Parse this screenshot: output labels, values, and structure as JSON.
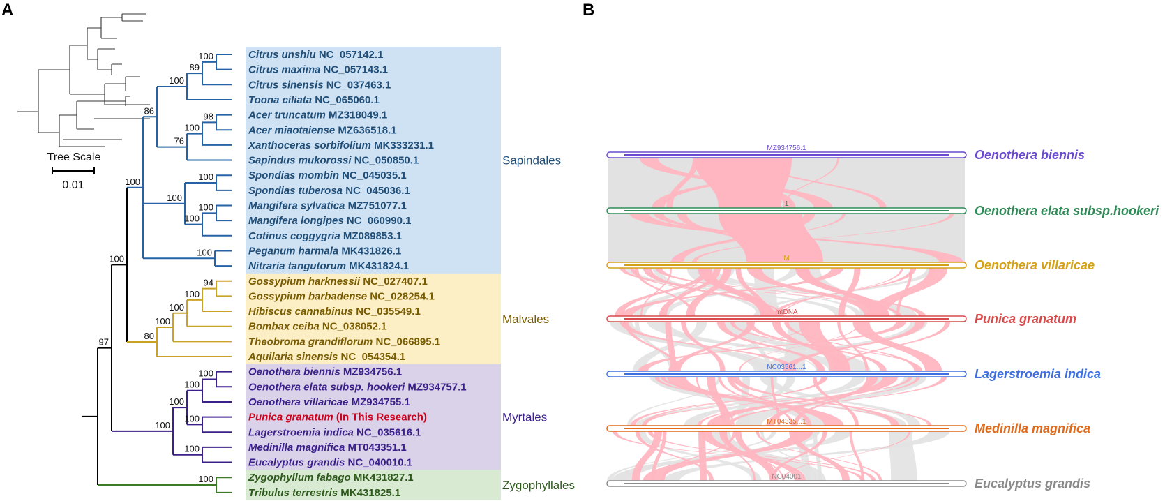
{
  "panels": {
    "a": "A",
    "b": "B"
  },
  "colors": {
    "sapindales_bg": "#cfe2f3",
    "sapindales_fg": "#1f4e79",
    "sapindales_branch": "#2563a6",
    "malvales_bg": "#fcefc6",
    "malvales_fg": "#7a5c00",
    "malvales_branch": "#c9a227",
    "myrtales_bg": "#d9d2e9",
    "myrtales_fg": "#3b1f8a",
    "myrtales_branch": "#3b1f8a",
    "zygophyllales_bg": "#d9ead3",
    "zygophyllales_fg": "#2d5a1b",
    "zygophyllales_branch": "#3d7a28",
    "highlight": "#d0021b",
    "ribbon_inter": "#ffb6c1",
    "ribbon_intra": "#e2e2e2"
  },
  "tree_scale": {
    "label": "Tree Scale",
    "value": "0.01"
  },
  "orders": [
    {
      "name": "Sapindales",
      "key": "sapindales"
    },
    {
      "name": "Malvales",
      "key": "malvales"
    },
    {
      "name": "Myrtales",
      "key": "myrtales"
    },
    {
      "name": "Zygophyllales",
      "key": "zygophyllales"
    }
  ],
  "leaves": [
    {
      "species": "Citrus unshiu",
      "accession": "NC_057142.1",
      "order": "sapindales"
    },
    {
      "species": "Citrus maxima",
      "accession": "NC_057143.1",
      "order": "sapindales"
    },
    {
      "species": "Citrus sinensis",
      "accession": "NC_037463.1",
      "order": "sapindales"
    },
    {
      "species": "Toona ciliata",
      "accession": "NC_065060.1",
      "order": "sapindales"
    },
    {
      "species": "Acer truncatum",
      "accession": "MZ318049.1",
      "order": "sapindales"
    },
    {
      "species": "Acer miaotaiense",
      "accession": "MZ636518.1",
      "order": "sapindales"
    },
    {
      "species": "Xanthoceras sorbifolium",
      "accession": "MK333231.1",
      "order": "sapindales"
    },
    {
      "species": "Sapindus mukorossi",
      "accession": "NC_050850.1",
      "order": "sapindales"
    },
    {
      "species": "Spondias mombin",
      "accession": "NC_045035.1",
      "order": "sapindales"
    },
    {
      "species": "Spondias tuberosa",
      "accession": "NC_045036.1",
      "order": "sapindales"
    },
    {
      "species": "Mangifera sylvatica",
      "accession": "MZ751077.1",
      "order": "sapindales"
    },
    {
      "species": "Mangifera longipes",
      "accession": "NC_060990.1",
      "order": "sapindales"
    },
    {
      "species": "Cotinus coggygria",
      "accession": "MZ089853.1",
      "order": "sapindales"
    },
    {
      "species": "Peganum harmala",
      "accession": "MK431826.1",
      "order": "sapindales"
    },
    {
      "species": "Nitraria tangutorum",
      "accession": "MK431824.1",
      "order": "sapindales"
    },
    {
      "species": "Gossypium harknessii",
      "accession": "NC_027407.1",
      "order": "malvales"
    },
    {
      "species": "Gossypium barbadense",
      "accession": "NC_028254.1",
      "order": "malvales"
    },
    {
      "species": "Hibiscus cannabinus",
      "accession": "NC_035549.1",
      "order": "malvales"
    },
    {
      "species": "Bombax ceiba",
      "accession": "NC_038052.1",
      "order": "malvales"
    },
    {
      "species": "Theobroma grandiflorum",
      "accession": "NC_066895.1",
      "order": "malvales"
    },
    {
      "species": "Aquilaria sinensis",
      "accession": "NC_054354.1",
      "order": "malvales"
    },
    {
      "species": "Oenothera biennis",
      "accession": "MZ934756.1",
      "order": "myrtales"
    },
    {
      "species": "Oenothera elata subsp. hookeri",
      "accession": "MZ934757.1",
      "order": "myrtales"
    },
    {
      "species": "Oenothera villaricae",
      "accession": "MZ934755.1",
      "order": "myrtales"
    },
    {
      "species": "Punica granatum",
      "accession": "(In This Research)",
      "order": "myrtales",
      "highlight": true
    },
    {
      "species": "Lagerstroemia indica",
      "accession": "NC_035616.1",
      "order": "myrtales"
    },
    {
      "species": "Medinilla magnifica",
      "accession": "MT043351.1",
      "order": "myrtales"
    },
    {
      "species": "Eucalyptus grandis",
      "accession": "NC_040010.1",
      "order": "myrtales"
    },
    {
      "species": "Zygophyllum fabago",
      "accession": "MK431827.1",
      "order": "zygophyllales"
    },
    {
      "species": "Tribulus terrestris",
      "accession": "MK431825.1",
      "order": "zygophyllales"
    }
  ],
  "bootstrap": [
    "97",
    "100",
    "100",
    "86",
    "100",
    "89",
    "100",
    "76",
    "100",
    "98",
    "100",
    "100",
    "100",
    "100",
    "100",
    "80",
    "100",
    "100",
    "100",
    "94",
    "100",
    "100",
    "100",
    "100",
    "100",
    "100",
    "100"
  ],
  "synteny": {
    "genomes": [
      {
        "name": "Oenothera biennis",
        "id": "MZ934756.1",
        "color": "#6a4bd0"
      },
      {
        "name": "Oenothera elata subsp.hookeri",
        "id": "1",
        "color": "#2e8b57"
      },
      {
        "name": "Oenothera villaricae",
        "id": "M",
        "color": "#d4a017"
      },
      {
        "name": "Punica granatum",
        "id": "mtDNA",
        "color": "#d94a4a"
      },
      {
        "name": "Lagerstroemia indica",
        "id": "NC03561...1",
        "color": "#3d6fe0"
      },
      {
        "name": "Medinilla magnifica",
        "id": "MT04335...1",
        "color": "#e06a1a"
      },
      {
        "name": "Eucalyptus grandis",
        "id": "NC04001",
        "color": "#8a8a8a"
      }
    ]
  }
}
